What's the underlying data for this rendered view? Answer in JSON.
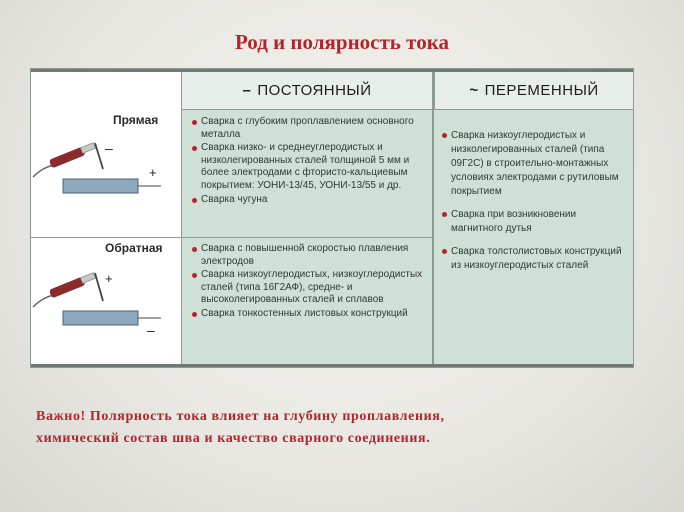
{
  "title": "Род и полярность тока",
  "table": {
    "header_dc_symbol": "–",
    "header_dc": "ПОСТОЯННЫЙ",
    "header_ac_symbol": "~",
    "header_ac": "ПЕРЕМЕННЫЙ",
    "row1_label": "Прямая",
    "row2_label": "Обратная",
    "minus_sign": "–",
    "plus_sign": "+",
    "dc_straight": [
      "Сварка с глубоким проплавлением основного металла",
      "Сварка низко- и среднеуглеродистых и низколегированных сталей толщиной 5 мм и более электродами с фтористо-кальциевым покрытием: УОНИ-13/45, УОНИ-13/55 и др.",
      "Сварка чугуна"
    ],
    "dc_reverse": [
      "Сварка с повышенной скоростью плавления электродов",
      "Сварка низкоуглеродистых, низкоуглеродистых сталей (типа 16Г2АФ), средне- и высоколегированных сталей и сплавов",
      "Сварка тонкостенных листовых конструкций"
    ],
    "ac": [
      "Сварка низкоуглеродистых и низколегированных сталей (типа 09Г2С) в строительно-монтажных условиях электродами с рутиловым покрытием",
      "Сварка при возникновении магнитного дутья",
      "Сварка толстолистовых конструкций из низкоуглеродистых сталей"
    ]
  },
  "note_line1": "Важно! Полярность тока влияет на глубину проплавления,",
  "note_line2": "химический состав шва и качество сварного соединения.",
  "colors": {
    "accent": "#b3252a",
    "table_bg": "#cfe0d6"
  }
}
